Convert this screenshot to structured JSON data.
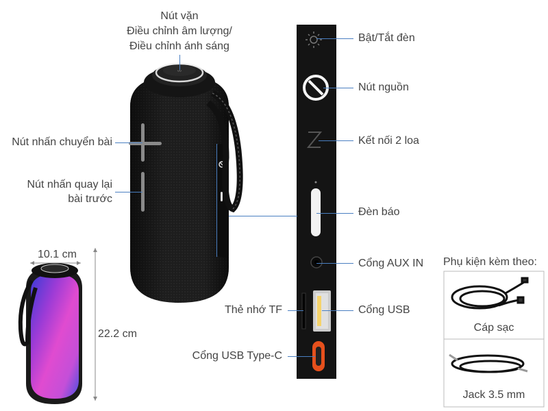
{
  "labels": {
    "knob_title": "Nút vặn",
    "knob_line2": "Điều chỉnh âm lượng/",
    "knob_line3": "Điều chỉnh ánh sáng",
    "next_track": "Nút nhấn chuyển bài",
    "prev_track_line1": "Nút nhấn quay lại",
    "prev_track_line2": "bài trước",
    "light_toggle": "Bật/Tắt đèn",
    "power_button": "Nút nguồn",
    "pair_two": "Kết nối 2 loa",
    "indicator": "Đèn báo",
    "aux_in": "Cổng AUX IN",
    "usb_port": "Cổng USB",
    "tf_card": "Thẻ nhớ TF",
    "usb_c": "Cổng USB Type-C"
  },
  "dimensions": {
    "width": "10.1 cm",
    "height": "22.2 cm"
  },
  "accessories": {
    "title": "Phụ kiện kèm theo:",
    "items": [
      "Cáp sạc",
      "Jack 3.5 mm"
    ]
  },
  "colors": {
    "leader_line": "#4a7fc1",
    "speaker_body": "#1c1c1c",
    "panel": "#141414"
  }
}
